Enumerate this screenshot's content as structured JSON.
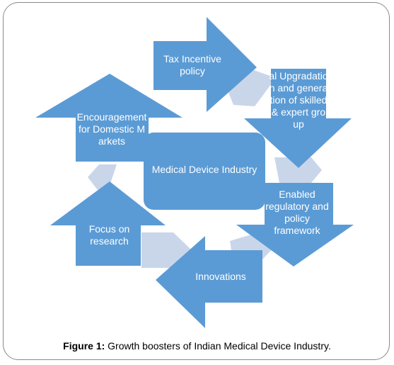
{
  "diagram": {
    "center": "Medical Device Industry",
    "nodes": [
      {
        "id": "tax",
        "text": "Tax Incentive policy"
      },
      {
        "id": "upgradation",
        "text": "al Upgradation and generation of skilled & expert group"
      },
      {
        "id": "regulatory",
        "text": "Enabled regulatory and policy framework"
      },
      {
        "id": "innovations",
        "text": "Innovations"
      },
      {
        "id": "research",
        "text": "Focus on research"
      },
      {
        "id": "domestic",
        "text": "Encouragement for Domestic Markets"
      }
    ],
    "colors": {
      "arrow_fill": "#5b9bd5",
      "connector_fill": "#c9d6ea",
      "center_fill": "#5b9bd5",
      "text": "#ffffff"
    }
  },
  "caption": {
    "label": "Figure 1:",
    "text": " Growth boosters of Indian Medical Device Industry."
  }
}
